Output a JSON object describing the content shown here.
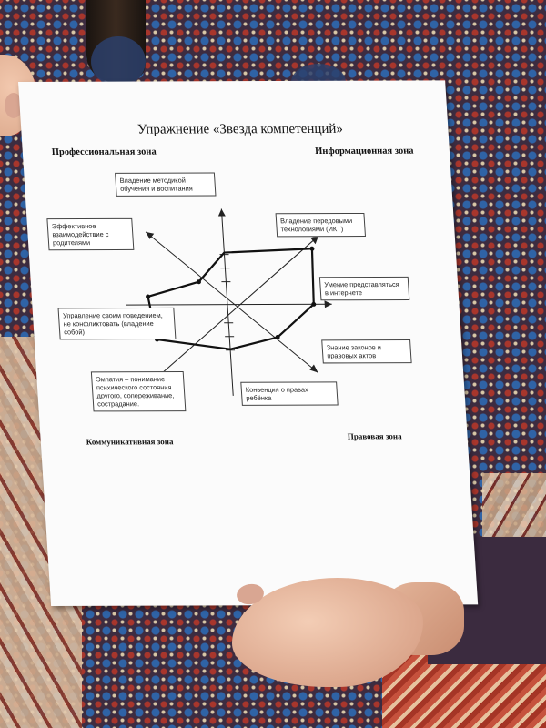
{
  "sheet": {
    "title": "Упражнение «Звезда компетенций»",
    "zones": {
      "professional": "Профессиональная  зона",
      "informational": "Информационная  зона",
      "communicative": "Коммуникативная зона",
      "legal": "Правовая зона"
    },
    "competencies": [
      "Владение  методикой обучения и воспитания",
      "Владение передовыми технологиями (ИКТ)",
      "Эффективное взаимодействие с родителями",
      "Умение представляться в интернете",
      "Управление своим поведением, не конфликтовать (владение собой)",
      "Знание законов и правовых актов",
      "Эмпатия – понимание психического состояния другого, сопереживание, сострадание.",
      "Конвенция о правах ребёнка"
    ]
  },
  "colors": {
    "paper": "#fbfbfb",
    "ink": "#111111",
    "fabric": "#3d2c40"
  }
}
